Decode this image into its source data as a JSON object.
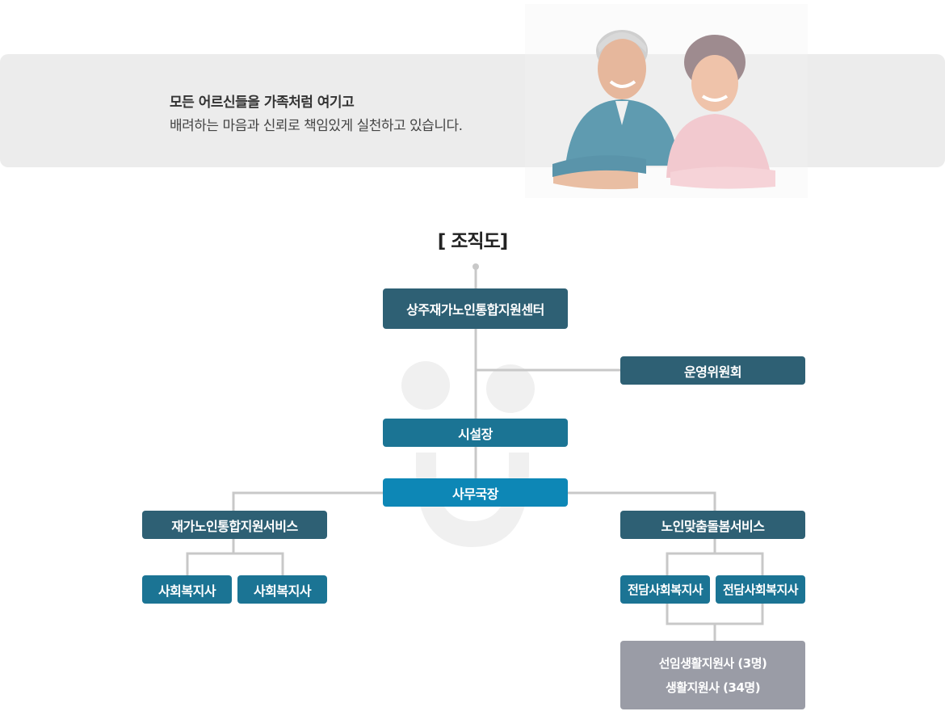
{
  "banner": {
    "line1": "모든 어르신들을 가족처럼 여기고",
    "line2": "배려하는 마음과 신뢰로 책임있게 실천하고 있습니다."
  },
  "org_chart": {
    "title": "[ 조직도]",
    "center": "상주재가노인통합지원센터",
    "committee": "운영위원회",
    "director": "시설장",
    "secretary_general": "사무국장",
    "left_service": {
      "name": "재가노인통합지원서비스",
      "staff": [
        "사회복지사",
        "사회복지사"
      ]
    },
    "right_service": {
      "name": "노인맞춤돌봄서비스",
      "staff": [
        "전담사회복지사",
        "전담사회복지사"
      ],
      "support": [
        "선임생활지원사 (3명)",
        "생활지원사 (34명)"
      ]
    }
  },
  "colors": {
    "box_dark": "#2e6074",
    "box_mid": "#1b7494",
    "box_bright": "#0d87b6",
    "box_gray": "#9a9ca6",
    "connector": "#c8c8c8",
    "banner_bg": "#ececec"
  },
  "icons": {
    "photo": "senior-couple-photo",
    "watermark": "people-logo-watermark"
  }
}
